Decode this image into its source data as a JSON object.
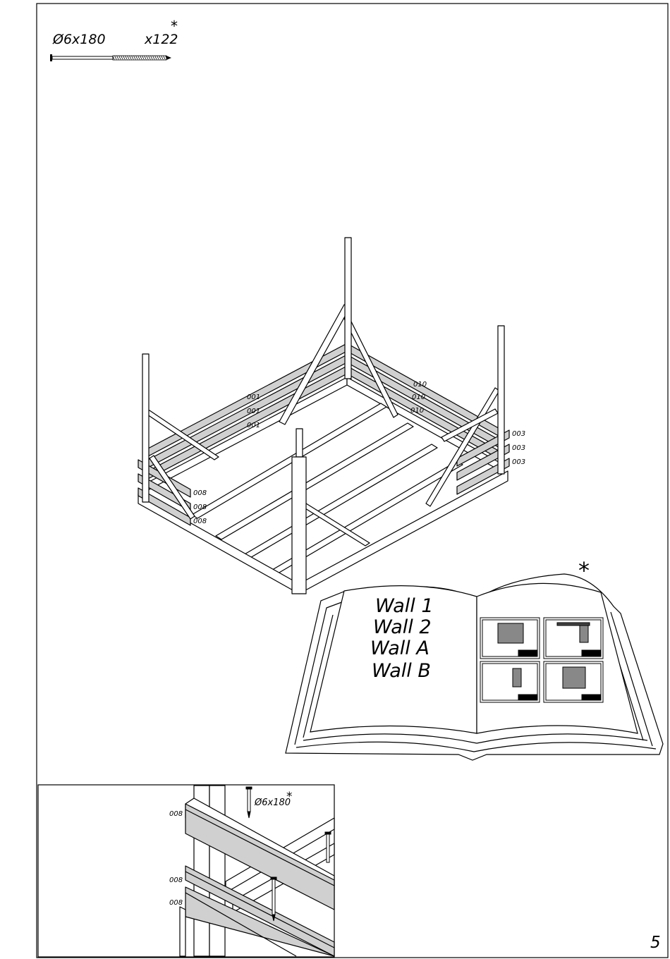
{
  "header": {
    "screw_size": "Ø6x180",
    "screw_count": "x122",
    "asterisk": "*"
  },
  "labels": {
    "part_001": "001",
    "part_010": "010",
    "part_003": "003",
    "part_008": "008"
  },
  "book": {
    "asterisk": "*",
    "items": [
      "Wall 1",
      "Wall 2",
      "Wall A",
      "Wall B"
    ]
  },
  "detail": {
    "screw_label": "Ø6x180",
    "asterisk": "*",
    "part_008": "008"
  },
  "page_number": "5"
}
